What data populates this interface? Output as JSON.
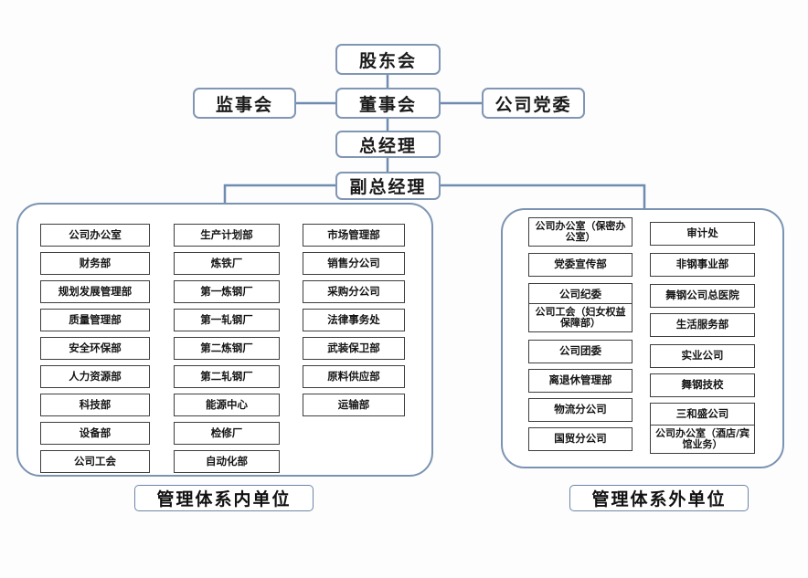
{
  "title": "公司组织机构图",
  "colors": {
    "connector": "#6f8cb0",
    "top_node_border": "#8196b4",
    "group_border": "#7b93b2",
    "unit_border": "#3d3d3d",
    "background": "#fdfdfd"
  },
  "hierarchy": {
    "shareholders": "股东会",
    "supervisors": "监事会",
    "board": "董事会",
    "party_committee": "公司党委",
    "general_manager": "总经理",
    "deputy_general_manager": "副总经理"
  },
  "groups": [
    {
      "id": "inside",
      "caption": "管理体系内单位",
      "columns": [
        {
          "id": "inside-col-1",
          "items": [
            "公司办公室",
            "财务部",
            "规划发展管理部",
            "质量管理部",
            "安全环保部",
            "人力资源部",
            "科技部",
            "设备部",
            "公司工会"
          ]
        },
        {
          "id": "inside-col-2",
          "items": [
            "生产计划部",
            "炼铁厂",
            "第一炼钢厂",
            "第一轧钢厂",
            "第二炼钢厂",
            "第二轧钢厂",
            "能源中心",
            "检修厂",
            "自动化部"
          ]
        },
        {
          "id": "inside-col-3",
          "items": [
            "市场管理部",
            "销售分公司",
            "采购分公司",
            "法律事务处",
            "武装保卫部",
            "原料供应部",
            "运输部"
          ]
        }
      ]
    },
    {
      "id": "outside",
      "caption": "管理体系外单位",
      "columns": [
        {
          "id": "outside-col-1",
          "items": [
            "公司办公室（保密办公室）",
            "党委宣传部",
            "公司纪委",
            "公司工会（妇女权益保障部）",
            "公司团委",
            "离退休管理部",
            "物流分公司",
            "国贸分公司"
          ]
        },
        {
          "id": "outside-col-2",
          "items": [
            "审计处",
            "非钢事业部",
            "舞钢公司总医院",
            "生活服务部",
            "实业公司",
            "舞钢技校",
            "三和盛公司",
            "公司办公室（酒店/宾馆业务）"
          ]
        }
      ]
    }
  ]
}
